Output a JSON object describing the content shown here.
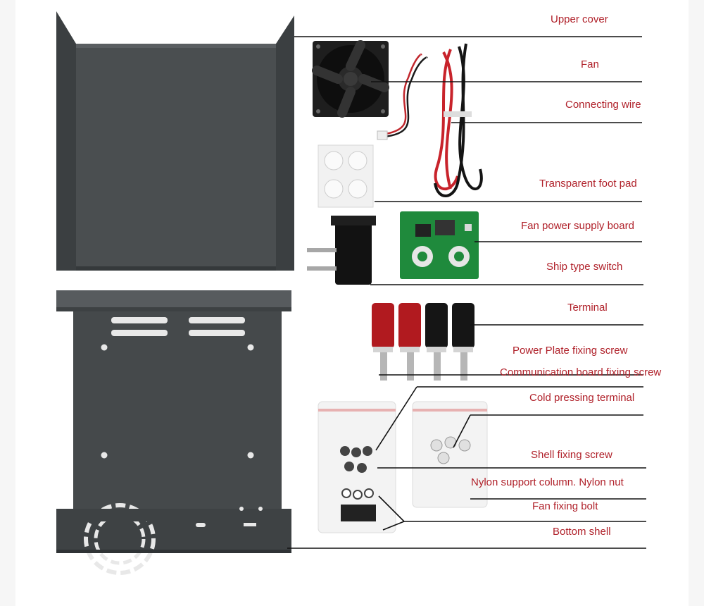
{
  "colors": {
    "label_text": "#b0212a",
    "leader_line": "#111111",
    "metal_shell": "#4a4e50",
    "pcb_green": "#1f8a3c",
    "terminal_red": "#b11a1f",
    "terminal_black": "#151515"
  },
  "labels": [
    {
      "key": "upper_cover",
      "text": "Upper cover"
    },
    {
      "key": "fan",
      "text": "Fan"
    },
    {
      "key": "connecting_wire",
      "text": "Connecting wire"
    },
    {
      "key": "foot_pad",
      "text": "Transparent foot pad"
    },
    {
      "key": "fan_board",
      "text": "Fan power supply board"
    },
    {
      "key": "switch",
      "text": "Ship type switch"
    },
    {
      "key": "terminal",
      "text": "Terminal"
    },
    {
      "key": "plate_screw",
      "text": "Power Plate fixing screw"
    },
    {
      "key": "comm_screw",
      "text": "Communication board fixing screw"
    },
    {
      "key": "cold_terminal",
      "text": "Cold pressing terminal"
    },
    {
      "key": "shell_screw",
      "text": "Shell fixing screw"
    },
    {
      "key": "nylon",
      "text": "Nylon support column. Nylon nut"
    },
    {
      "key": "fan_bolt",
      "text": "Fan fixing bolt"
    },
    {
      "key": "bottom_shell",
      "text": "Bottom shell"
    }
  ],
  "icons": {
    "upper_cover": "u-shaped-metal-cover",
    "bottom_shell": "metal-box-shell",
    "fan": "cooling-fan",
    "wire": "red-black-wire-pair",
    "foot_pad": "clear-rubber-pads",
    "board": "green-pcb-board",
    "switch": "rocker-switch",
    "terminals": "binding-post-terminals",
    "screw_bags": "zip-bag-hardware"
  }
}
